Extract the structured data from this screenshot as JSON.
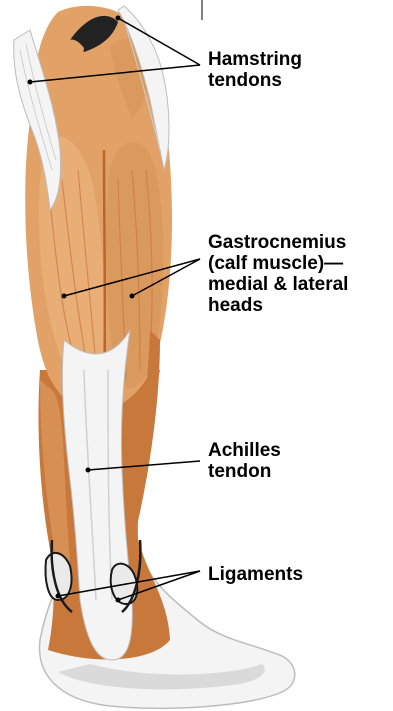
{
  "colors": {
    "muscle": "#E2A267",
    "muscle_dark": "#C9783B",
    "muscle_shadow": "#B8652E",
    "tendon": "#F4F4F4",
    "tendon_shade": "#D4D4D4",
    "outline": "#1a1a1a",
    "leader_line": "#000000"
  },
  "labels": {
    "hamstring": {
      "line1": "Hamstring",
      "line2": "tendons"
    },
    "gastrocnemius": {
      "line1": "Gastrocnemius",
      "line2": "(calf muscle)—",
      "line3": "medial & lateral",
      "line4": "heads"
    },
    "achilles": {
      "line1": "Achilles",
      "line2": "tendon"
    },
    "ligaments": {
      "line1": "Ligaments"
    }
  }
}
